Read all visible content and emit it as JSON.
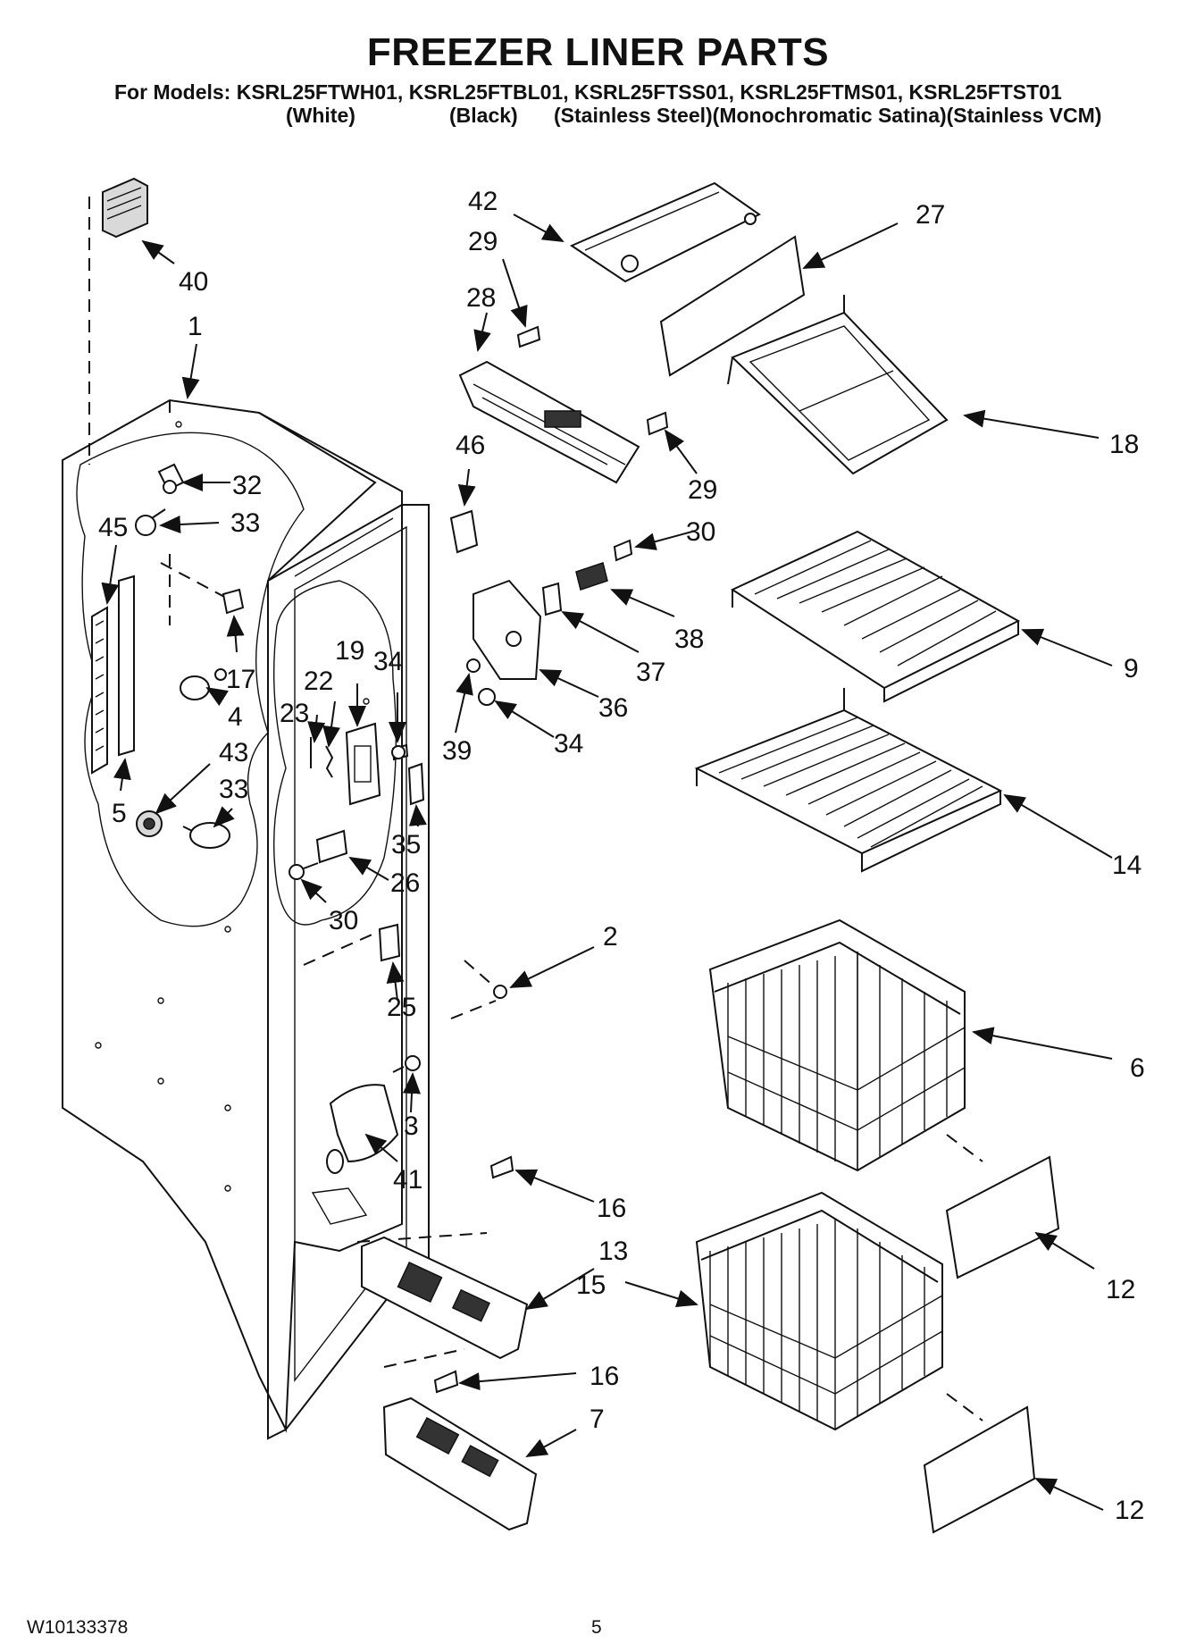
{
  "header": {
    "title": "FREEZER LINER PARTS",
    "models_line": "For Models: KSRL25FTWH01, KSRL25FTBL01, KSRL25FTSS01, KSRL25FTMS01, KSRL25FTST01",
    "variants": [
      "(White)",
      "(Black)",
      "(Stainless Steel)(Monochromatic Satina)(Stainless VCM)"
    ]
  },
  "footer": {
    "doc_number": "W10133378",
    "page_number": "5"
  },
  "callouts": [
    "40",
    "1",
    "32",
    "33",
    "45",
    "17",
    "4",
    "5",
    "43",
    "33",
    "42",
    "29",
    "28",
    "27",
    "18",
    "29",
    "46",
    "30",
    "38",
    "37",
    "9",
    "19",
    "34",
    "22",
    "23",
    "39",
    "36",
    "34",
    "35",
    "26",
    "30",
    "14",
    "2",
    "25",
    "6",
    "3",
    "41",
    "16",
    "13",
    "15",
    "12",
    "16",
    "7",
    "12"
  ]
}
